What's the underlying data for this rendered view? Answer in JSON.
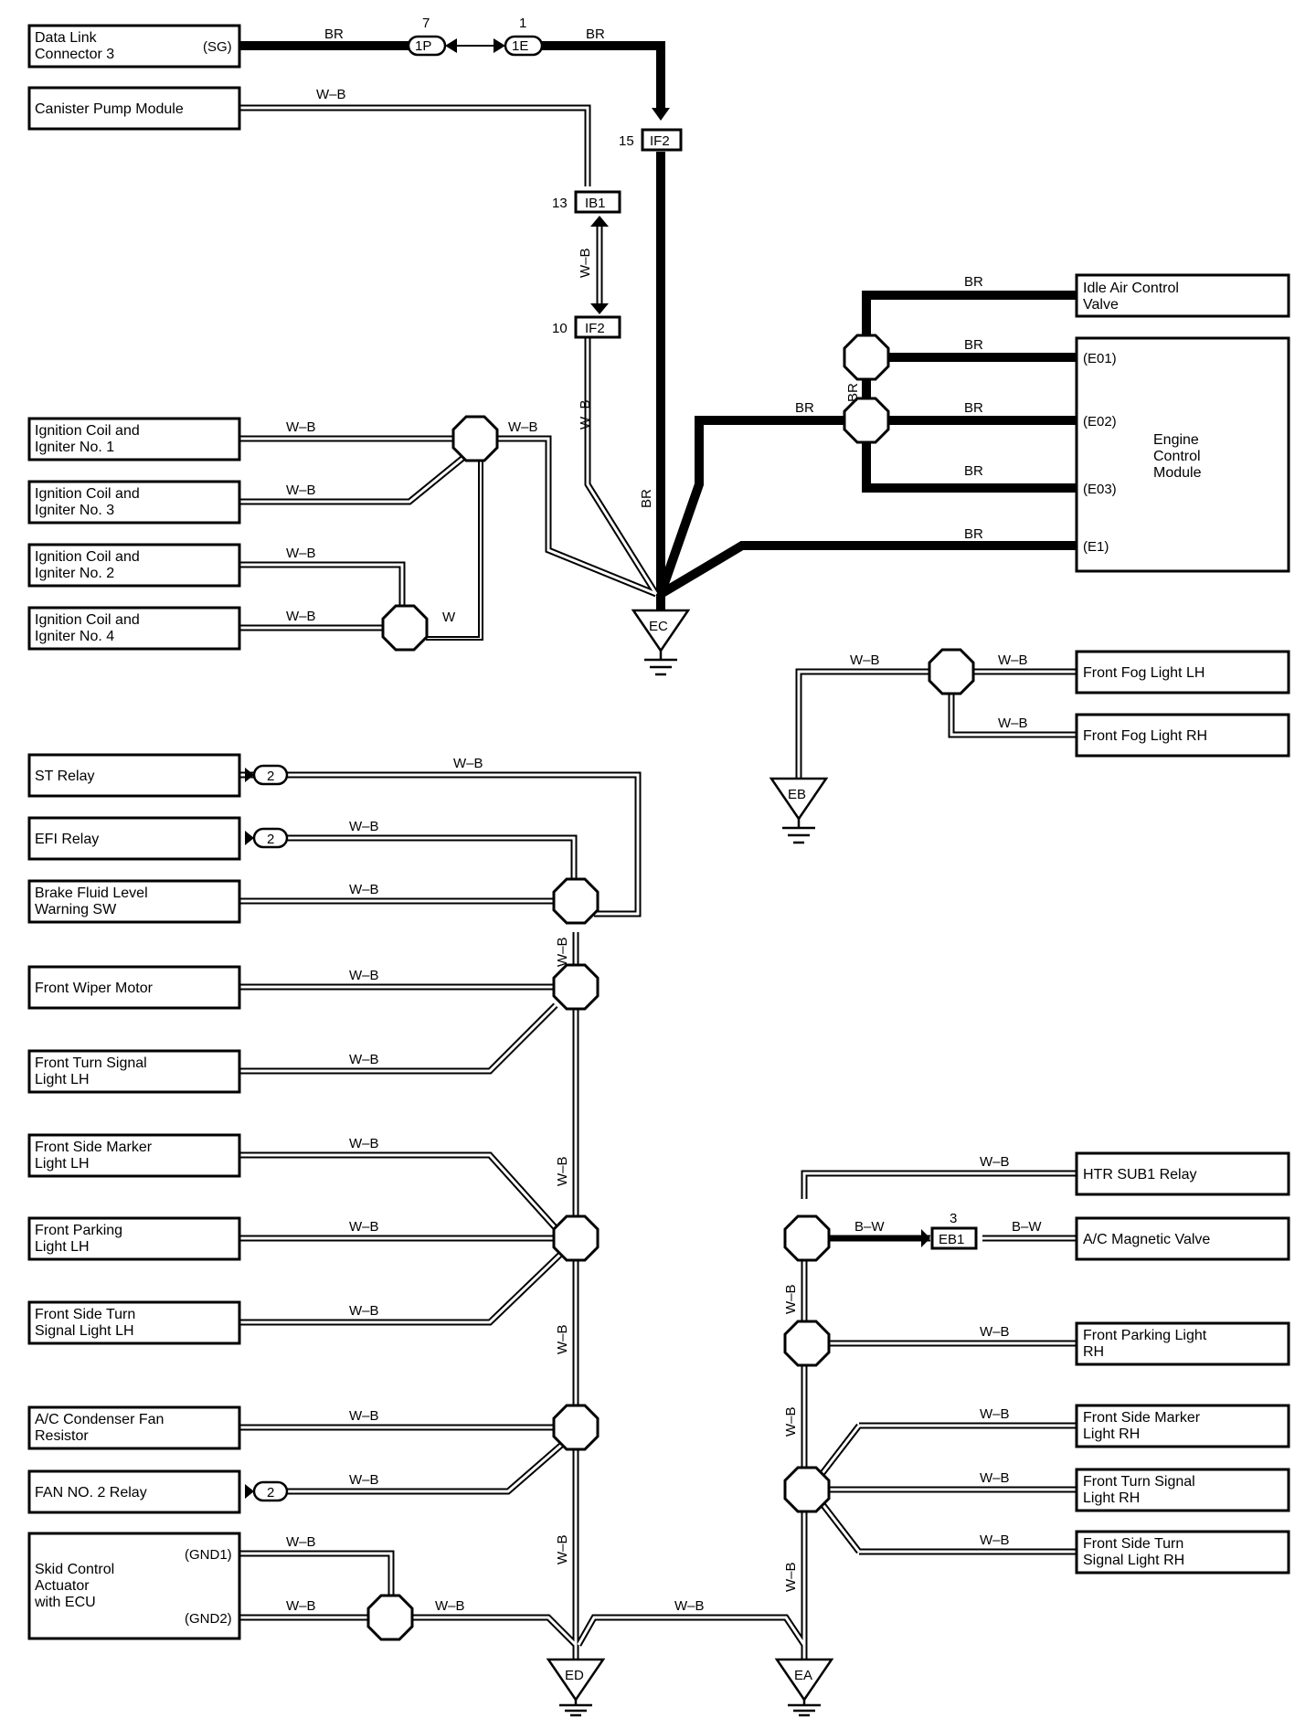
{
  "components": {
    "dlc3": [
      "Data Link",
      "Connector 3"
    ],
    "dlc3_pin": "(SG)",
    "canister": "Canister Pump Module",
    "ign1": [
      "Ignition Coil and",
      "Igniter No. 1"
    ],
    "ign3": [
      "Ignition Coil and",
      "Igniter No. 3"
    ],
    "ign2": [
      "Ignition Coil and",
      "Igniter No. 2"
    ],
    "ign4": [
      "Ignition Coil and",
      "Igniter No. 4"
    ],
    "iac": [
      "Idle Air Control",
      "Valve"
    ],
    "ecm": [
      "Engine",
      "Control",
      "Module"
    ],
    "ecm_pins": [
      "(E01)",
      "(E02)",
      "(E03)",
      "(E1)"
    ],
    "fog_lh": "Front Fog Light LH",
    "fog_rh": "Front Fog Light RH",
    "st_relay": "ST Relay",
    "efi_relay": "EFI Relay",
    "brake_fluid": [
      "Brake Fluid Level",
      "Warning SW"
    ],
    "wiper": "Front Wiper Motor",
    "turn_lh": [
      "Front Turn Signal",
      "Light LH"
    ],
    "side_marker_lh": [
      "Front Side Marker",
      "Light LH"
    ],
    "parking_lh": [
      "Front Parking",
      "Light LH"
    ],
    "side_turn_lh": [
      "Front Side Turn",
      "Signal Light LH"
    ],
    "ac_fan": [
      "A/C Condenser Fan",
      "Resistor"
    ],
    "fan2": "FAN NO. 2 Relay",
    "skid": [
      "Skid Control",
      "Actuator",
      "with ECU"
    ],
    "skid_pins": [
      "(GND1)",
      "(GND2)"
    ],
    "htr": "HTR SUB1 Relay",
    "ac_mag": "A/C Magnetic Valve",
    "parking_rh": [
      "Front Parking Light",
      "RH"
    ],
    "side_marker_rh": [
      "Front Side Marker",
      "Light RH"
    ],
    "turn_rh": [
      "Front Turn Signal",
      "Light RH"
    ],
    "side_turn_rh": [
      "Front Side Turn",
      "Signal Light RH"
    ]
  },
  "connectors": {
    "c1p": {
      "label": "1P",
      "pin": "7"
    },
    "c1e": {
      "label": "1E",
      "pin": "1"
    },
    "if2_top": {
      "label": "IF2",
      "pin": "15"
    },
    "ib1": {
      "label": "IB1",
      "pin": "13"
    },
    "if2_mid": {
      "label": "IF2",
      "pin": "10"
    },
    "eb1": {
      "label": "EB1",
      "pin": "3"
    },
    "j2_st": "2",
    "j2_efi": "2",
    "j2_fan": "2"
  },
  "grounds": {
    "ec": "EC",
    "eb": "EB",
    "ed": "ED",
    "ea": "EA"
  },
  "wire_colors": {
    "br": "BR",
    "wb": "W–B",
    "w": "W",
    "bw": "B–W"
  }
}
